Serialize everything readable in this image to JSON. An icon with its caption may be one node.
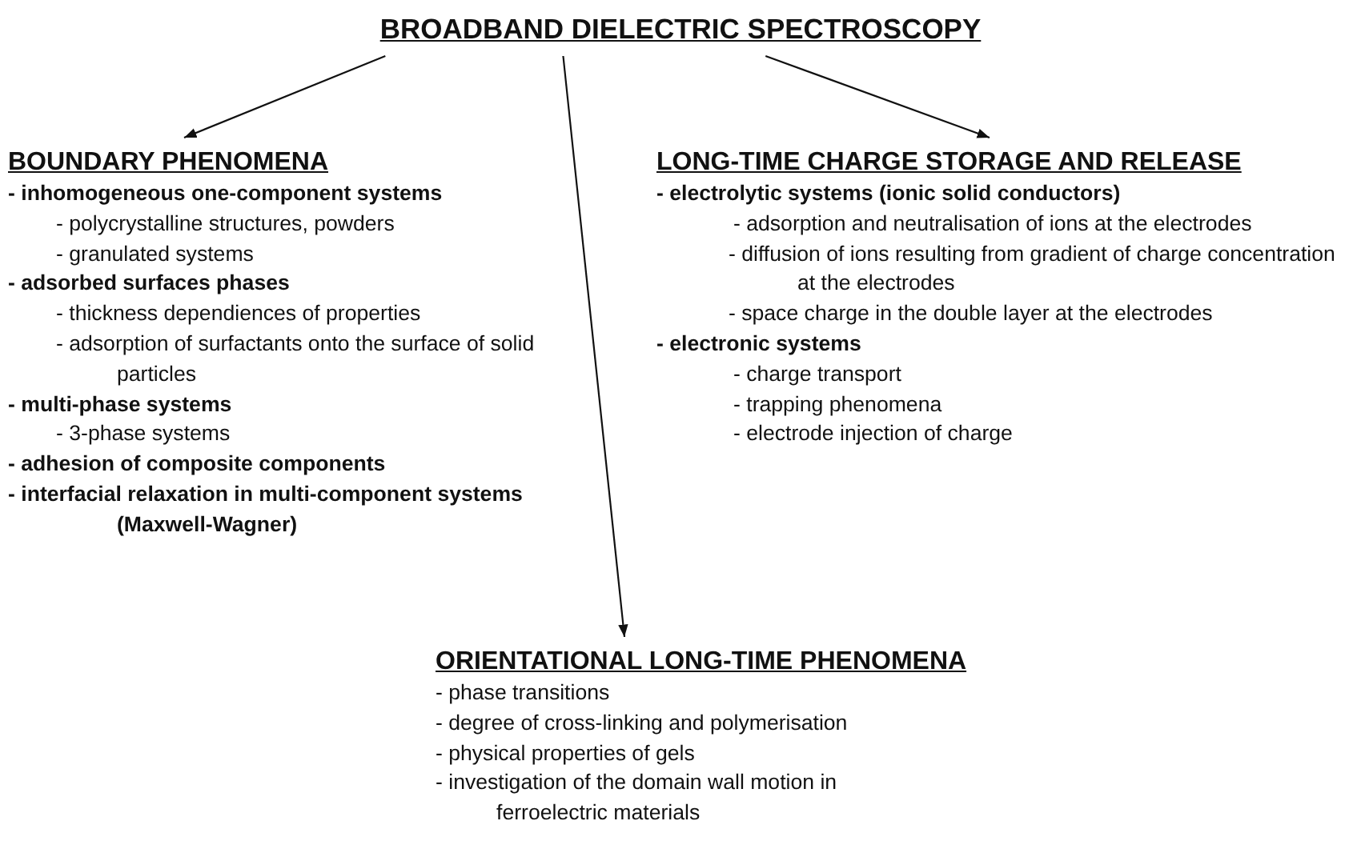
{
  "diagram": {
    "nodes": [
      {
        "text": [
          "BROADBAND DIELECTRIC SPECTROSCOPY"
        ]
      },
      {
        "text": [
          "BOUNDARY PHENOMENA",
          "- inhomogeneous one-component systems",
          "- polycrystalline structures, powders",
          "- granulated systems",
          "- adsorbed surfaces phases",
          "- thickness dependiences of properties",
          "- adsorption of surfactants onto the surface of solid particles",
          "- multi-phase systems",
          "- 3-phase systems",
          "- adhesion of composite components",
          "- interfacial relaxation in multi-component systems (Maxwell-Wagner)"
        ]
      },
      {
        "text": [
          "LONG-TIME CHARGE STORAGE AND RELEASE",
          "- electrolytic systems (ionic solid conductors)",
          "- adsorption and neutralisation of ions at the electrodes",
          "- diffusion of ions resulting from gradient of charge concentration at the electrodes",
          "- space charge in the double layer at the electrodes",
          "- electronic systems",
          "- charge transport",
          "- trapping phenomena",
          "- electrode injection of charge"
        ]
      },
      {
        "text": [
          "ORIENTATIONAL LONG-TIME PHENOMENA",
          "- phase transitions",
          "- degree of cross-linking and polymerisation",
          "- physical properties of gels",
          "- investigation of the domain wall motion in ferroelectric materials"
        ]
      }
    ],
    "edges": [
      {
        "from": 0,
        "to": 1,
        "arrow": "to"
      },
      {
        "from": 0,
        "to": 2,
        "arrow": "to"
      },
      {
        "from": 0,
        "to": 3,
        "arrow": "to"
      }
    ]
  }
}
